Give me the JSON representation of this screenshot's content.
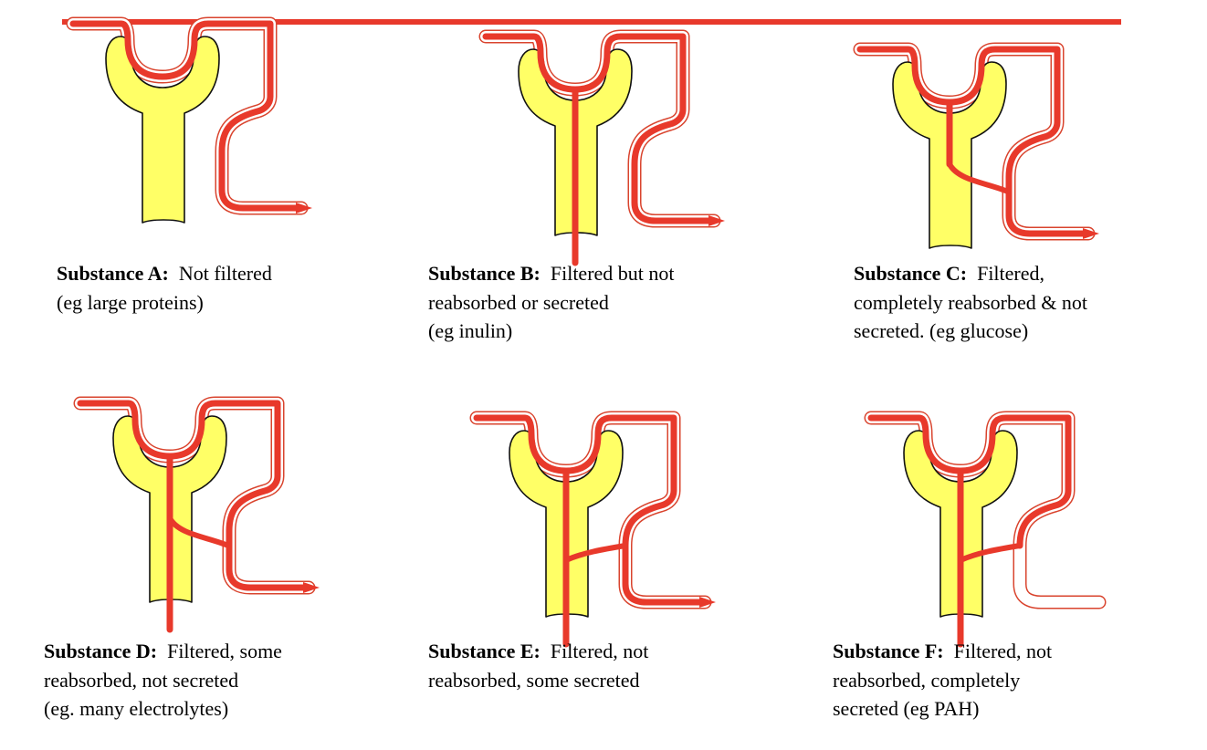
{
  "colors": {
    "blood": "#E8392B",
    "capillary_outline": "#D9442E",
    "tubule_fill": "#FFFF66",
    "tubule_outline": "#111111",
    "top_rule": "#E8392B"
  },
  "panels": [
    {
      "name": "Substance A:",
      "lines": [
        "Not filtered",
        "(eg large proteins)"
      ],
      "filtered": false,
      "reabsorbed": "none",
      "secreted": "none",
      "example": "large proteins"
    },
    {
      "name": "Substance B:",
      "lines": [
        "Filtered  but not",
        "reabsorbed or secreted",
        "(eg inulin)"
      ],
      "filtered": true,
      "reabsorbed": "none",
      "secreted": "none",
      "example": "inulin"
    },
    {
      "name": "Substance C:",
      "lines": [
        "Filtered,",
        "completely reabsorbed & not",
        "secreted.  (eg glucose)"
      ],
      "filtered": true,
      "reabsorbed": "complete",
      "secreted": "none",
      "example": "glucose"
    },
    {
      "name": "Substance D:",
      "lines": [
        "Filtered, some",
        "reabsorbed, not secreted",
        "(eg. many electrolytes)"
      ],
      "filtered": true,
      "reabsorbed": "some",
      "secreted": "none",
      "example": "many electrolytes"
    },
    {
      "name": "Substance E:",
      "lines": [
        "Filtered, not",
        "reabsorbed, some secreted"
      ],
      "filtered": true,
      "reabsorbed": "none",
      "secreted": "some",
      "example": ""
    },
    {
      "name": "Substance F:",
      "lines": [
        "Filtered, not",
        "reabsorbed, completely",
        "secreted (eg PAH)"
      ],
      "filtered": true,
      "reabsorbed": "none",
      "secreted": "complete",
      "example": "PAH"
    }
  ]
}
